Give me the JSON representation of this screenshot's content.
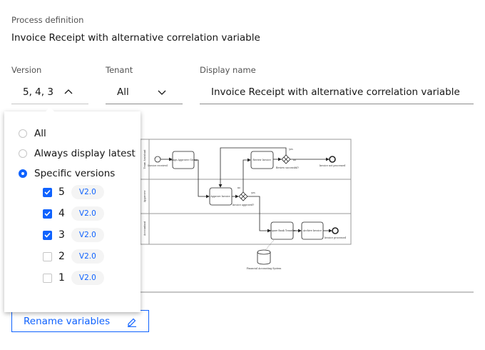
{
  "process_definition": {
    "label": "Process definition",
    "value": "Invoice Receipt with alternative correlation variable"
  },
  "version": {
    "label": "Version",
    "value": "5, 4, 3",
    "expanded": true
  },
  "tenant": {
    "label": "Tenant",
    "value": "All"
  },
  "display_name": {
    "label": "Display name",
    "value": "Invoice Receipt with alternative correlation variable"
  },
  "version_dropdown": {
    "options": [
      {
        "label": "All",
        "selected": false
      },
      {
        "label": "Always display latest",
        "selected": false
      },
      {
        "label": "Specific versions",
        "selected": true
      }
    ],
    "versions": [
      {
        "number": "5",
        "tag": "V2.0",
        "checked": true
      },
      {
        "number": "4",
        "tag": "V2.0",
        "checked": true
      },
      {
        "number": "3",
        "tag": "V2.0",
        "checked": true
      },
      {
        "number": "2",
        "tag": "V2.0",
        "checked": false
      },
      {
        "number": "1",
        "tag": "V2.0",
        "checked": false
      }
    ]
  },
  "diagram": {
    "lanes": [
      "Team Assistant",
      "Approver",
      "Accountant"
    ],
    "nodes": {
      "start": "Invoice received",
      "assign": "Assign Approver Group",
      "approve": "Approve Invoice",
      "gw1": "Invoice approved?",
      "review": "Review Invoice",
      "gw2": "Review successful?",
      "end_not": "Invoice not processed",
      "prepare": "Prepare Bank Transfer",
      "archive": "Archive Invoice",
      "end_ok": "Invoice processed",
      "datastore": "Financial Accounting System"
    },
    "flow_labels": {
      "yes": "yes",
      "no": "no"
    }
  },
  "rename_button": {
    "label": "Rename variables",
    "icon": "edit-icon"
  },
  "colors": {
    "accent": "#0f62fe"
  }
}
